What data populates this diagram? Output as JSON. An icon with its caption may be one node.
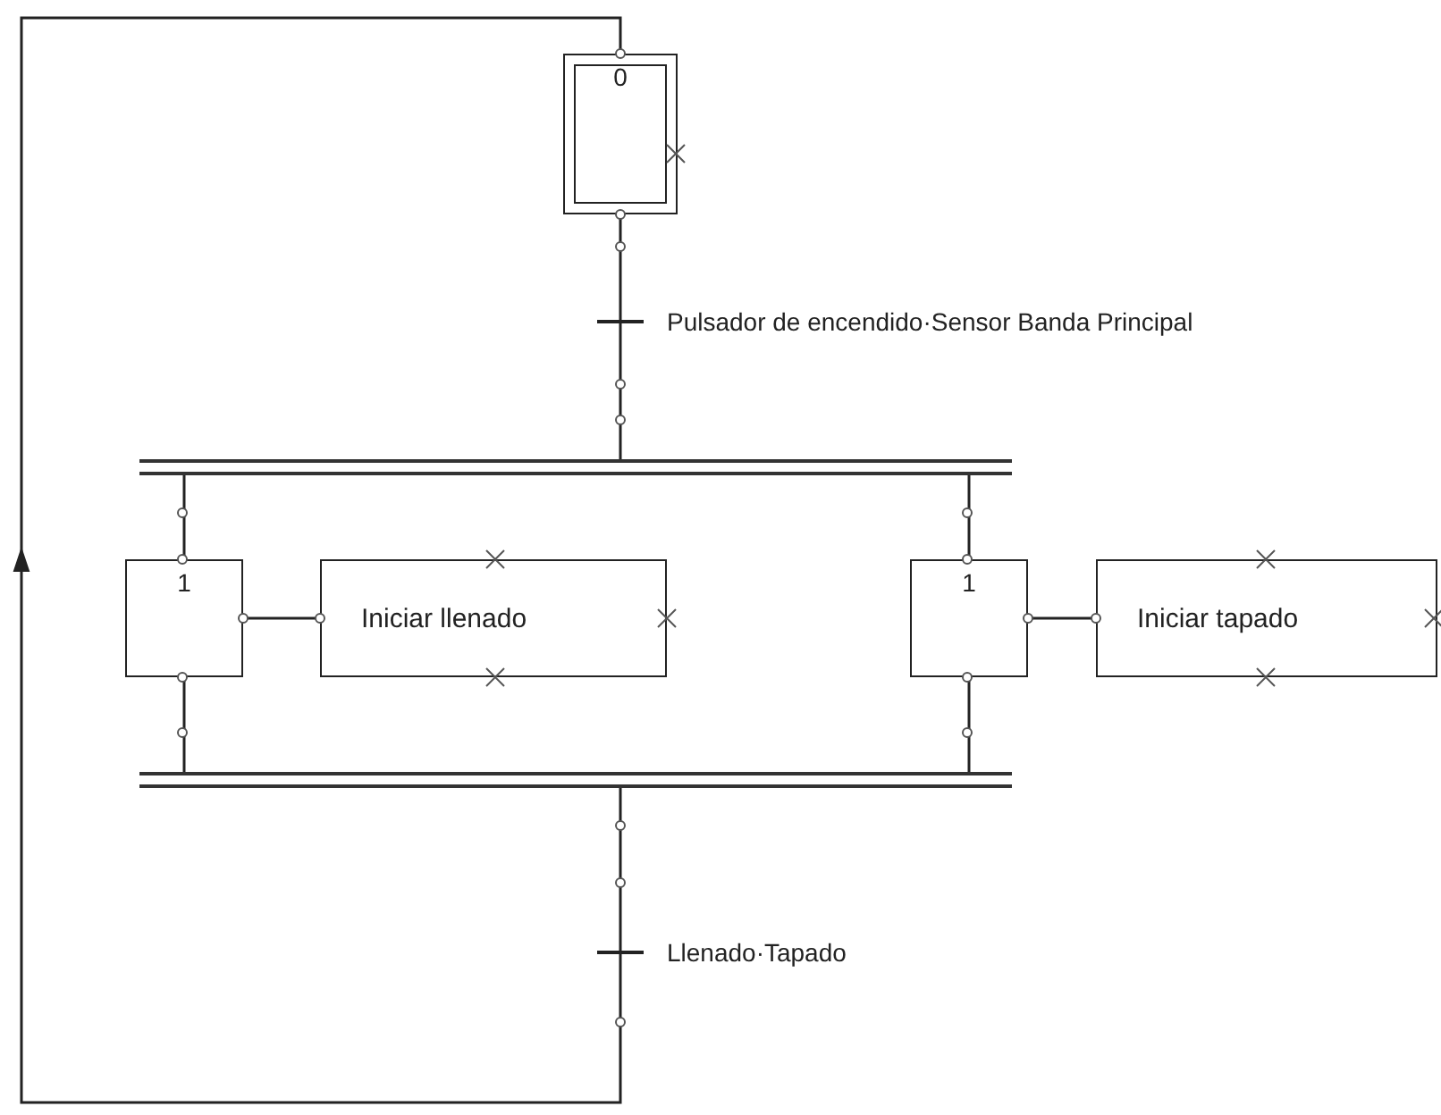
{
  "diagram": {
    "nodes": [
      {
        "text": [
          "0"
        ]
      },
      {
        "text": [],
        "shape": "bar",
        "beside": [
          "Pulsador de encendido·Sensor Banda Principal"
        ]
      },
      {
        "text": [],
        "shape": "bar"
      },
      {
        "text": [
          "1"
        ]
      },
      {
        "text": [
          "Iniciar llenado"
        ]
      },
      {
        "text": [
          "1"
        ]
      },
      {
        "text": [
          "Iniciar tapado"
        ]
      },
      {
        "text": [],
        "shape": "bar"
      },
      {
        "text": [],
        "shape": "bar",
        "beside": [
          "Llenado·Tapado"
        ]
      }
    ],
    "edges": [
      {
        "from": 0,
        "to": 1,
        "arrow": "none"
      },
      {
        "from": 1,
        "to": 2,
        "arrow": "none"
      },
      {
        "from": 2,
        "to": 3,
        "arrow": "none"
      },
      {
        "from": 3,
        "to": 4,
        "arrow": "none"
      },
      {
        "from": 2,
        "to": 5,
        "arrow": "none"
      },
      {
        "from": 5,
        "to": 6,
        "arrow": "none"
      },
      {
        "from": 3,
        "to": 7,
        "arrow": "none"
      },
      {
        "from": 5,
        "to": 7,
        "arrow": "none"
      },
      {
        "from": 7,
        "to": 8,
        "arrow": "none"
      },
      {
        "from": 8,
        "to": 0,
        "arrow": "to"
      }
    ]
  }
}
